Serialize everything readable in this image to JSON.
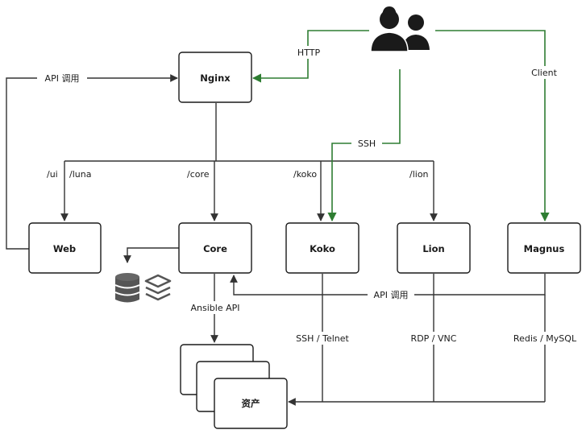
{
  "nodes": {
    "nginx": "Nginx",
    "web": "Web",
    "core": "Core",
    "koko": "Koko",
    "lion": "Lion",
    "magnus": "Magnus",
    "assets": "资产"
  },
  "edges": {
    "http": "HTTP",
    "client": "Client",
    "ssh": "SSH",
    "api_left": "API 调用",
    "api_mid": "API 调用",
    "route_ui": "/ui",
    "route_luna": "/luna",
    "route_core": "/core",
    "route_koko": "/koko",
    "route_lion": "/lion",
    "ansible": "Ansible API",
    "ssh_telnet": "SSH / Telnet",
    "rdp_vnc": "RDP / VNC",
    "redis_mysql": "Redis / MySQL"
  },
  "icons": [
    "users-icon",
    "database-icon",
    "layers-icon"
  ],
  "colors": {
    "green": "#2e7d32",
    "line": "#333333",
    "icon": "#555555"
  }
}
